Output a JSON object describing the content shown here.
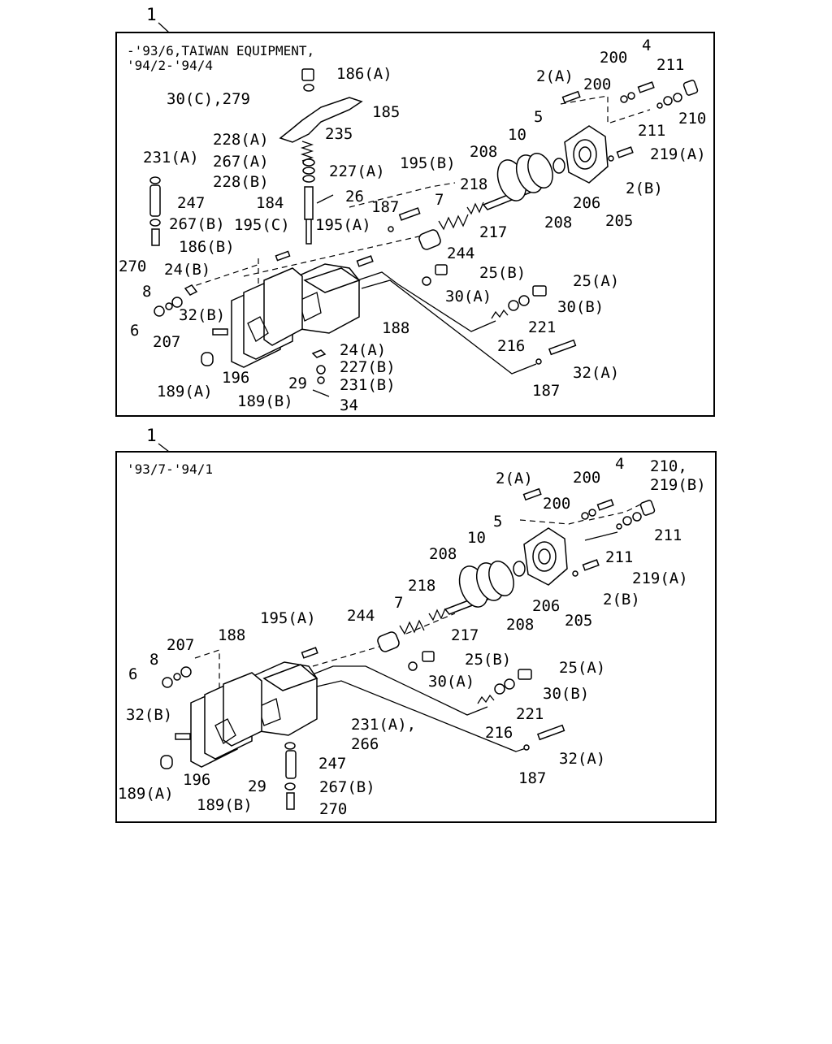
{
  "colors": {
    "ink": "#000000",
    "paper": "#ffffff"
  },
  "panels": [
    {
      "ref": "1",
      "header_line1": "-'93/6,TAIWAN EQUIPMENT,",
      "header_line2": "'94/2-'94/4",
      "labels": [
        "186(A)",
        "30(C),279",
        "185",
        "228(A)",
        "235",
        "231(A)",
        "267(A)",
        "228(B)",
        "227(A)",
        "195(B)",
        "247",
        "184",
        "26",
        "187",
        "267(B)",
        "195(C)",
        "195(A)",
        "270",
        "186(B)",
        "24(B)",
        "8",
        "6",
        "32(B)",
        "207",
        "189(A)",
        "196",
        "29",
        "189(B)",
        "188",
        "24(A)",
        "227(B)",
        "231(B)",
        "34",
        "244",
        "7",
        "218",
        "208",
        "10",
        "217",
        "208",
        "5",
        "206",
        "205",
        "2(B)",
        "2(A)",
        "200",
        "200",
        "4",
        "211",
        "211",
        "219(A)",
        "210",
        "25(B)",
        "30(A)",
        "25(A)",
        "30(B)",
        "221",
        "216",
        "187",
        "32(A)"
      ]
    },
    {
      "ref": "1",
      "header_line1": "'93/7-'94/1",
      "header_line2": "",
      "labels": [
        "2(A)",
        "200",
        "4",
        "210,",
        "219(B)",
        "200",
        "211",
        "5",
        "211",
        "219(A)",
        "10",
        "208",
        "218",
        "2(B)",
        "206",
        "205",
        "7",
        "208",
        "217",
        "244",
        "195(A)",
        "188",
        "207",
        "25(B)",
        "25(A)",
        "8",
        "30(A)",
        "30(B)",
        "6",
        "221",
        "32(B)",
        "216",
        "231(A),",
        "266",
        "247",
        "32(A)",
        "187",
        "189(A)",
        "196",
        "29",
        "267(B)",
        "189(B)",
        "270"
      ]
    }
  ]
}
